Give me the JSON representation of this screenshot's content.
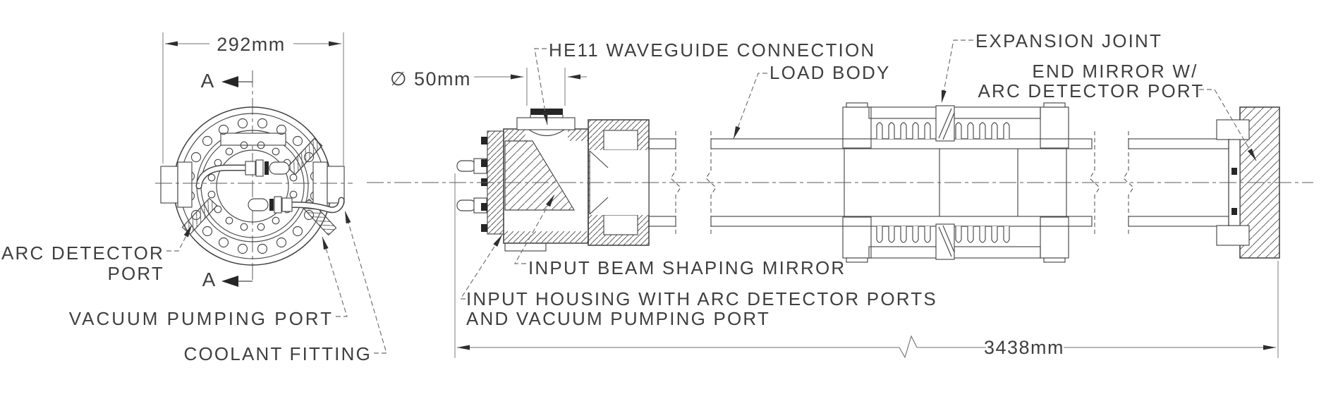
{
  "drawing": {
    "front_view": {
      "dimension_diameter": "292mm",
      "section_marker_top": "A",
      "section_marker_bottom": "A",
      "labels": {
        "arc_detector_line1": "ARC DETECTOR",
        "arc_detector_line2": "PORT",
        "vacuum_pumping_port": "VACUUM PUMPING PORT",
        "coolant_fitting": "COOLANT FITTING"
      }
    },
    "section_view": {
      "dimension_waveguide": "∅ 50mm",
      "dimension_length": "3438mm",
      "labels": {
        "he11_waveguide": "HE11 WAVEGUIDE CONNECTION",
        "load_body": "LOAD BODY",
        "expansion_joint": "EXPANSION JOINT",
        "end_mirror_line1": "END MIRROR W/",
        "end_mirror_line2": "ARC DETECTOR PORT",
        "input_beam_mirror": "INPUT BEAM SHAPING MIRROR",
        "input_housing_line1": "INPUT HOUSING WITH ARC DETECTOR PORTS",
        "input_housing_line2": "AND VACUUM PUMPING PORT"
      }
    },
    "colors": {
      "background": "#ffffff",
      "line_work": "#474747",
      "dimension_lines": "#6f6f6f",
      "text": "#3f3f3f"
    }
  }
}
